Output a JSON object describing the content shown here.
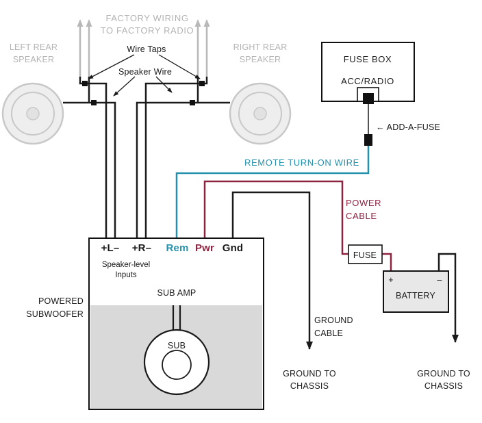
{
  "labels": {
    "factory_wiring": [
      "FACTORY WIRING",
      "TO FACTORY RADIO"
    ],
    "left_speaker": [
      "LEFT REAR",
      "SPEAKER"
    ],
    "right_speaker": [
      "RIGHT REAR",
      "SPEAKER"
    ],
    "wire_taps": "Wire Taps",
    "speaker_wire": "Speaker Wire",
    "fuse_box": "FUSE BOX",
    "acc_radio": "ACC/RADIO",
    "add_a_fuse": "← ADD-A-FUSE",
    "remote_turn_on_wire": "REMOTE TURN-ON WIRE",
    "power_cable": [
      "POWER",
      "CABLE"
    ],
    "fuse": "FUSE",
    "battery": "BATTERY",
    "plus": "+",
    "minus": "–",
    "ground_cable": [
      "GROUND",
      "CABLE"
    ],
    "ground_to_chassis_left": [
      "GROUND TO",
      "CHASSIS"
    ],
    "ground_to_chassis_right": [
      "GROUND TO",
      "CHASSIS"
    ],
    "powered_subwoofer": [
      "POWERED",
      "SUBWOOFER"
    ],
    "sub_amp": "SUB AMP",
    "sub": "SUB",
    "speaker_level_inputs": [
      "Speaker-level",
      "Inputs"
    ]
  },
  "terminals": {
    "left": "+L–",
    "right": "+R–",
    "rem": "Rem",
    "pwr": "Pwr",
    "gnd": "Gnd"
  },
  "colors": {
    "gray_label": "#b3b3b3",
    "wire_black": "#1a1a1a",
    "remote_teal": "#2592ad",
    "power_maroon": "#8e2340",
    "amp_lower_gray": "#d9d9d9"
  }
}
